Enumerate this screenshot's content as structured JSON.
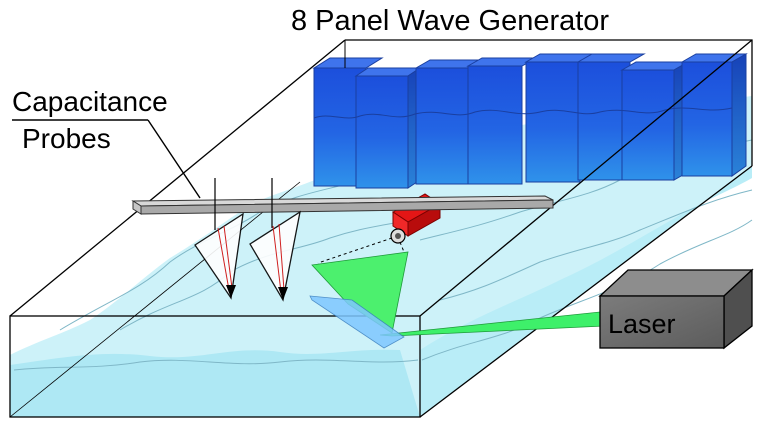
{
  "labels": {
    "title": "8 Panel Wave Generator",
    "probes_line1": "Capacitance",
    "probes_line2": "Probes",
    "laser": "Laser"
  },
  "colors": {
    "water_light": "#c9f1f8",
    "water_mid": "#aee7f3",
    "panel_top": "#1f57e0",
    "panel_bottom": "#2f8fe8",
    "laser_green": "#3ef06a",
    "laser_sheet": "#79ee86",
    "camera_red": "#e01010",
    "rod_gray": "#b9b9b9",
    "laser_box": "#6b6b6b",
    "outline": "#000000"
  },
  "components": {
    "wave_panels": 8,
    "probes": 2
  }
}
